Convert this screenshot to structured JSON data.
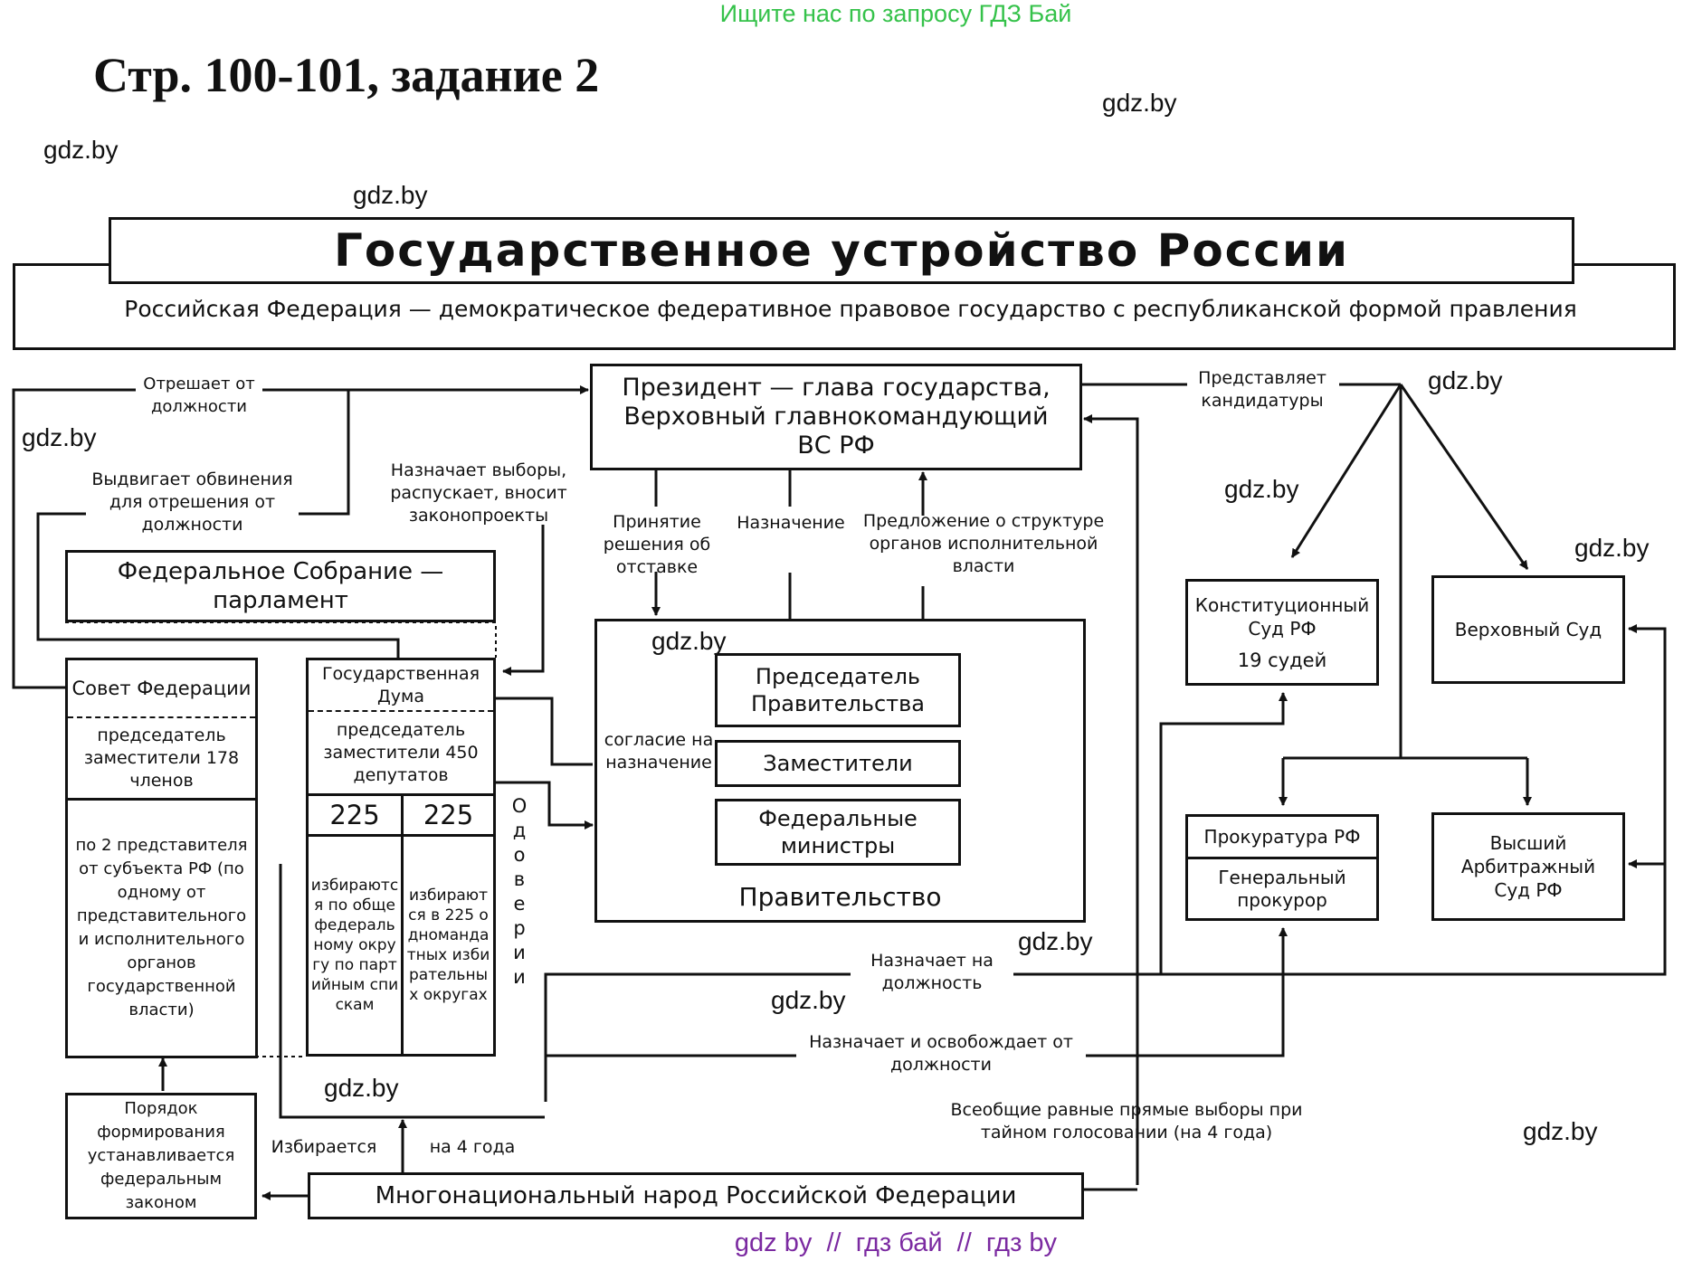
{
  "banner": "Ищите нас по запросу ГДЗ Бай",
  "heading": "Стр. 100-101, задание 2",
  "watermark": "gdz.by",
  "footer": "gdz by  //  гдз бай  //  гдз by",
  "diagram": {
    "title": "Государственное устройство России",
    "subtitle": "Российская Федерация — демократическое федеративное правовое государство с республиканской формой правления",
    "president": "Президент — глава государства, Верховный главнокомандующий ВС РФ",
    "federal_assembly": "Федеральное Собрание — парламент",
    "council": {
      "name": "Совет Федерации",
      "members": "председатель заместители 178 членов",
      "composition": "по 2 представителя от субъекта РФ (по одному от представительного и исполнительного органов государственной власти)"
    },
    "duma": {
      "name": "Государственная Дума",
      "members": "председатель заместители 450 депутатов",
      "num_left": "225",
      "num_right": "225",
      "left_text": "избираются по общефедеральному округу по партийным спискам",
      "right_text": "избираются в 225 одномандатных избирательных округах"
    },
    "government": {
      "name": "Правительство",
      "chairman": "Председатель Правительства",
      "deputies": "Заместители",
      "ministers": "Федеральные министры"
    },
    "constitutional_court": "Конституционный Суд РФ",
    "constitutional_court_judges": "19 судей",
    "supreme_court": "Верховный Суд",
    "prosecutor": "Прокуратура РФ",
    "prosecutor_general": "Генеральный прокурор",
    "arbitration_court": "Высший Арбитражный Суд РФ",
    "people": "Многонациональный народ Российской Федерации",
    "formation_order": "Порядок формирования устанавливается федеральным законом",
    "labels": {
      "removes": "Отрешает от должности",
      "accuses": "Выдвигает обвинения для отрешения от должности",
      "calls_elections": "Назначает выборы, распускает, вносит законопроекты",
      "resignation": "Принятие решения об отставке",
      "appointment": "Назначение",
      "structure": "Предложение о структуре органов исполнительной власти",
      "presents": "Представляет кандидатуры",
      "consent": "согласие на назначение",
      "no_confidence": "О доверии",
      "appoints": "Назначает на должность",
      "appoints_dismisses": "Назначает и освобождает от должности",
      "elections": "Всеобщие равные прямые выборы при тайном голосовании (на 4 года)",
      "elected": "Избирается",
      "four_years": "на 4 года"
    }
  }
}
